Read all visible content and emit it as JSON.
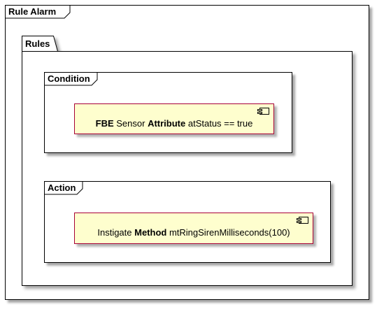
{
  "outer": {
    "title": "Rule Alarm"
  },
  "rules": {
    "title": "Rules"
  },
  "condition": {
    "title": "Condition",
    "component": {
      "parts": [
        "FBE",
        " Sensor ",
        "Attribute",
        " atStatus == true"
      ]
    }
  },
  "action": {
    "title": "Action",
    "component": {
      "parts": [
        "Instigate ",
        "Method",
        " mtRingSirenMilliseconds(100)"
      ]
    }
  },
  "colors": {
    "component_fill": "#fefece",
    "component_border": "#a80036"
  }
}
